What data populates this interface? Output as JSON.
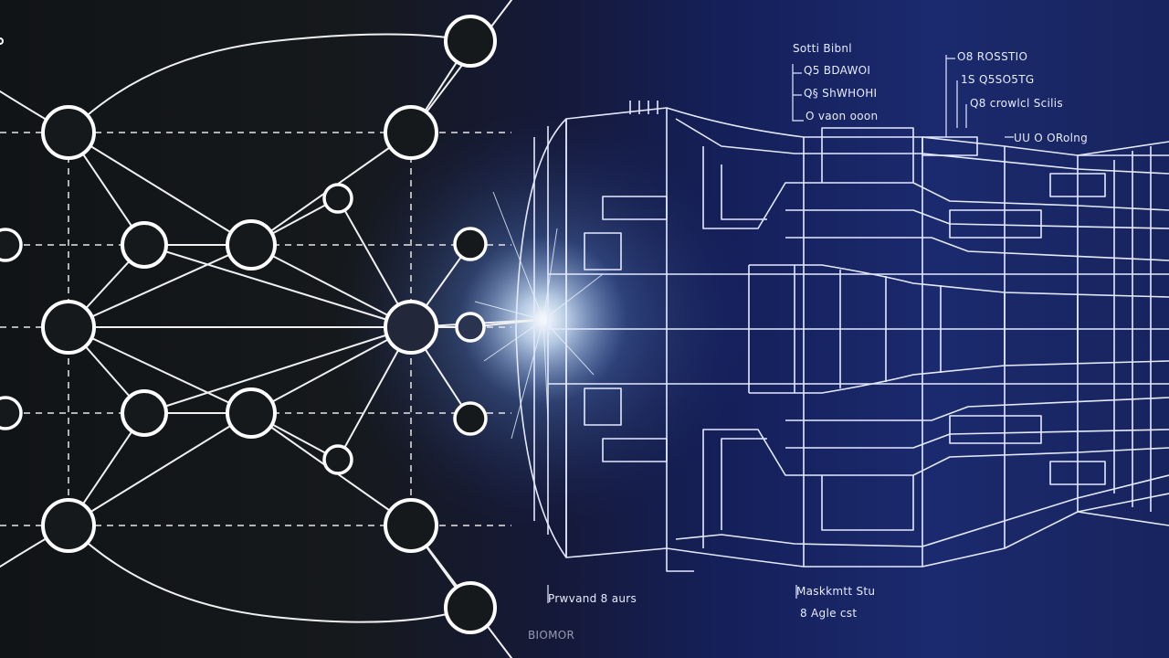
{
  "annotations": {
    "top_a1": "Sotti Bibnl",
    "top_a2": "Q5 BDAWOI",
    "top_a3": "Q§ ShWHOHI",
    "top_a4": "O vaon ooon",
    "top_b1": "O8 ROSSTIO",
    "top_b2": "1S Q5SO5TG",
    "top_b3": "Q8 crowlcl Scilis",
    "side_c1": "UU O ORolng",
    "bottom_d1": "Prwvand   8 aurs",
    "bottom_d2": "BIOMOR",
    "bottom_e1": "Maskkmtt Stu",
    "bottom_e2": "8 Agle cst"
  }
}
